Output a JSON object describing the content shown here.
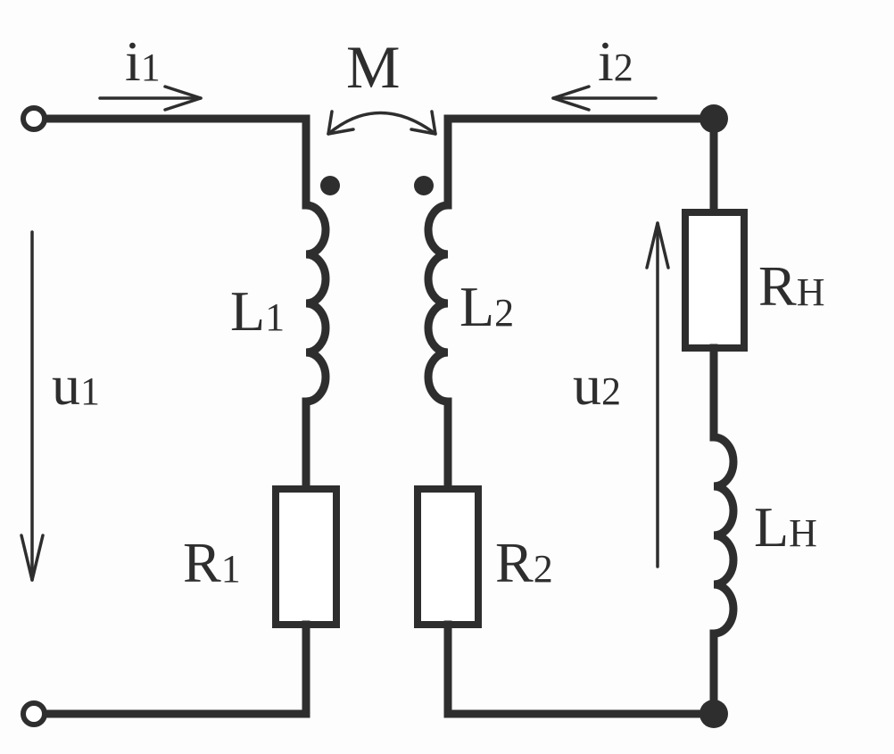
{
  "labels": {
    "i1": {
      "main": "i",
      "sub": "1"
    },
    "i2": {
      "main": "i",
      "sub": "2"
    },
    "M": "M",
    "L1": {
      "main": "L",
      "sub": "1"
    },
    "L2": {
      "main": "L",
      "sub": "2"
    },
    "u1": {
      "main": "u",
      "sub": "1"
    },
    "u2": {
      "main": "u",
      "sub": "2"
    },
    "R1": {
      "main": "R",
      "sub": "1"
    },
    "R2": {
      "main": "R",
      "sub": "2"
    },
    "RH": {
      "main": "R",
      "sub": "H"
    },
    "LH": {
      "main": "L",
      "sub": "H"
    }
  },
  "colors": {
    "ink": "#2e2e2e",
    "paper": "#fdfdfd"
  }
}
